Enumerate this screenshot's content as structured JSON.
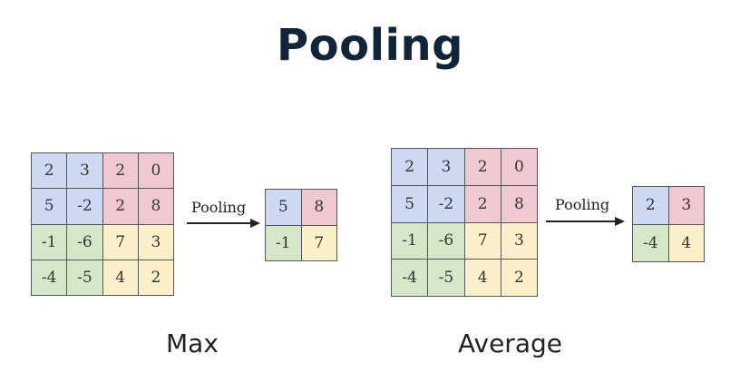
{
  "title": "Pooling",
  "colors": {
    "blue": "#cdd8f2",
    "red": "#efc9cf",
    "green": "#d5e6c9",
    "yellow": "#fbf0c9",
    "title": "#12243a"
  },
  "max": {
    "input": [
      [
        "2",
        "3",
        "2",
        "0"
      ],
      [
        "5",
        "-2",
        "2",
        "8"
      ],
      [
        "-1",
        "-6",
        "7",
        "3"
      ],
      [
        "-4",
        "-5",
        "4",
        "2"
      ]
    ],
    "input_colors": [
      [
        "blue",
        "blue",
        "red",
        "red"
      ],
      [
        "blue",
        "blue",
        "red",
        "red"
      ],
      [
        "green",
        "green",
        "yellow",
        "yellow"
      ],
      [
        "green",
        "green",
        "yellow",
        "yellow"
      ]
    ],
    "arrow_label": "Pooling",
    "output": [
      [
        "5",
        "8"
      ],
      [
        "-1",
        "7"
      ]
    ],
    "output_colors": [
      [
        "blue",
        "red"
      ],
      [
        "green",
        "yellow"
      ]
    ],
    "caption": "Max"
  },
  "average": {
    "input": [
      [
        "2",
        "3",
        "2",
        "0"
      ],
      [
        "5",
        "-2",
        "2",
        "8"
      ],
      [
        "-1",
        "-6",
        "7",
        "3"
      ],
      [
        "-4",
        "-5",
        "4",
        "2"
      ]
    ],
    "input_colors": [
      [
        "blue",
        "blue",
        "red",
        "red"
      ],
      [
        "blue",
        "blue",
        "red",
        "red"
      ],
      [
        "green",
        "green",
        "yellow",
        "yellow"
      ],
      [
        "green",
        "green",
        "yellow",
        "yellow"
      ]
    ],
    "arrow_label": "Pooling",
    "output": [
      [
        "2",
        "3"
      ],
      [
        "-4",
        "4"
      ]
    ],
    "output_colors": [
      [
        "blue",
        "red"
      ],
      [
        "green",
        "yellow"
      ]
    ],
    "caption": "Average"
  }
}
